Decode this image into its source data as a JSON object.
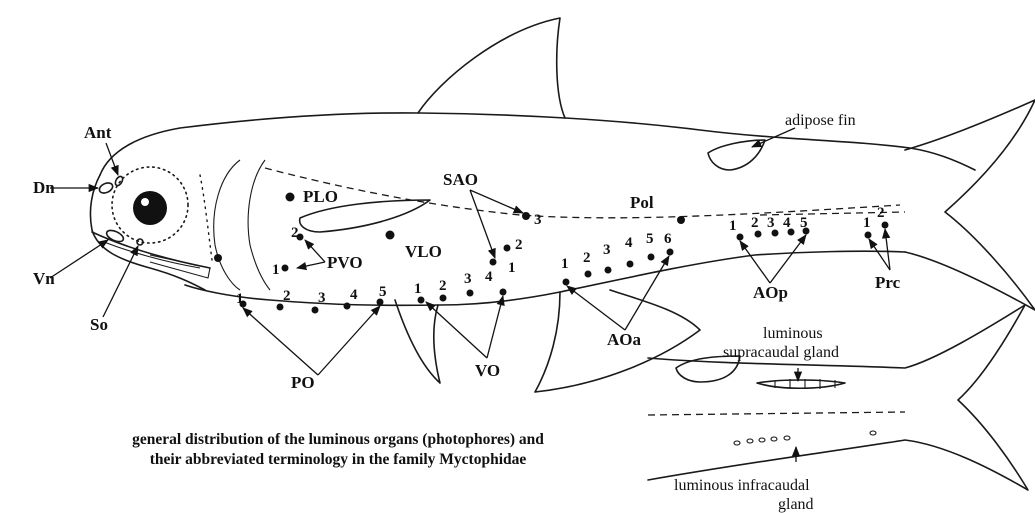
{
  "labels": {
    "ant": "Ant",
    "dn": "Dn",
    "vn": "Vn",
    "so": "So",
    "plo": "PLO",
    "pvo": "PVO",
    "vlo": "VLO",
    "po": "PO",
    "vo": "VO",
    "sao": "SAO",
    "pol": "Pol",
    "aoa": "AOa",
    "aop": "AOp",
    "prc": "Prc"
  },
  "notes": {
    "adipose_fin": "adipose fin",
    "supracaudal_line1": "luminous",
    "supracaudal_line2": "supracaudal gland",
    "infracaudal_line1": "luminous infracaudal",
    "infracaudal_line2": "gland"
  },
  "caption": {
    "line1": "general distribution of the luminous organs (photophores) and",
    "line2": "their abbreviated terminology in the family Myctophidae"
  },
  "numbers": {
    "pvo": [
      "1",
      "2"
    ],
    "po": [
      "1",
      "2",
      "3",
      "4",
      "5"
    ],
    "vo": [
      "1",
      "2",
      "3",
      "4"
    ],
    "sao": [
      "1",
      "2",
      "3"
    ],
    "aoa": [
      "1",
      "2",
      "3",
      "4",
      "5",
      "6"
    ],
    "aop": [
      "1",
      "2",
      "3",
      "4",
      "5"
    ],
    "prc": [
      "1",
      "2"
    ]
  }
}
